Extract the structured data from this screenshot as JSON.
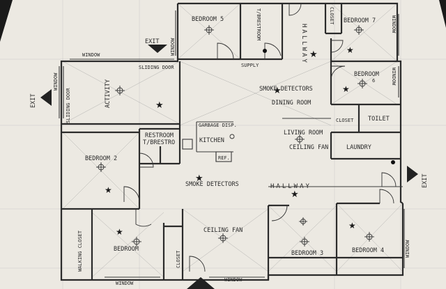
{
  "labels": {
    "bedroom5": "BEDROOM 5",
    "t_brestroom": "T/BRESTROOM",
    "closet_top": "CLOSET",
    "bedroom7": "BEDROOM 7",
    "window_top_right": "WINDOW",
    "hallway_top": "HALLWAY",
    "exit_top": "EXIT",
    "window_left_top": "WINDOW",
    "window_bed5": "WINDOW",
    "sliding_door_top": "SLIDING DOOR",
    "supply": "SUPPLY",
    "exit_left": "EXIT",
    "window_left": "WINDOW",
    "sliding_door_left": "SLIDING DOOR",
    "activity": "ACTIVITY",
    "smoke_detectors_top": "SMOKE DETECTORS",
    "dining_room": "DINING ROOM",
    "bedroom6": "BEDROOM",
    "bedroom6_num": "6",
    "window_right": "WINDOW",
    "closet_right": "CLOSET",
    "toilet": "TOILET",
    "restroom": "RESTROOM",
    "t_brestro": "T/BRESTRO",
    "garbage_disp": "GARBAGE DISP.",
    "kitchen": "KITCHEN",
    "ref": "REF.",
    "living_room": "LIVING ROOM",
    "ceiling_fan_mid": "CEILING FAN",
    "laundry": "LAUNDRY",
    "bedroom2": "BEDROOM 2",
    "smoke_detectors_mid": "SMOKE DETECTORS",
    "hallway_mid": "HALLWAY",
    "exit_right": "EXIT",
    "walking_closet": "WALKING CLOSET",
    "bedroom1": "BEDROOM",
    "closet_bottom": "CLOSET",
    "ceiling_fan_bottom": "CEILING FAN",
    "bedroom3": "BEDROOM 3",
    "bedroom4": "BEDROOM 4",
    "window_right_bottom": "WINDOW",
    "window_bottom_left": "WINDOW",
    "window_bottom_mid": "WINDOW"
  },
  "colors": {
    "paper": "#ece9e2",
    "frame": "#1a1a1a",
    "ink": "#2b2b2b"
  }
}
